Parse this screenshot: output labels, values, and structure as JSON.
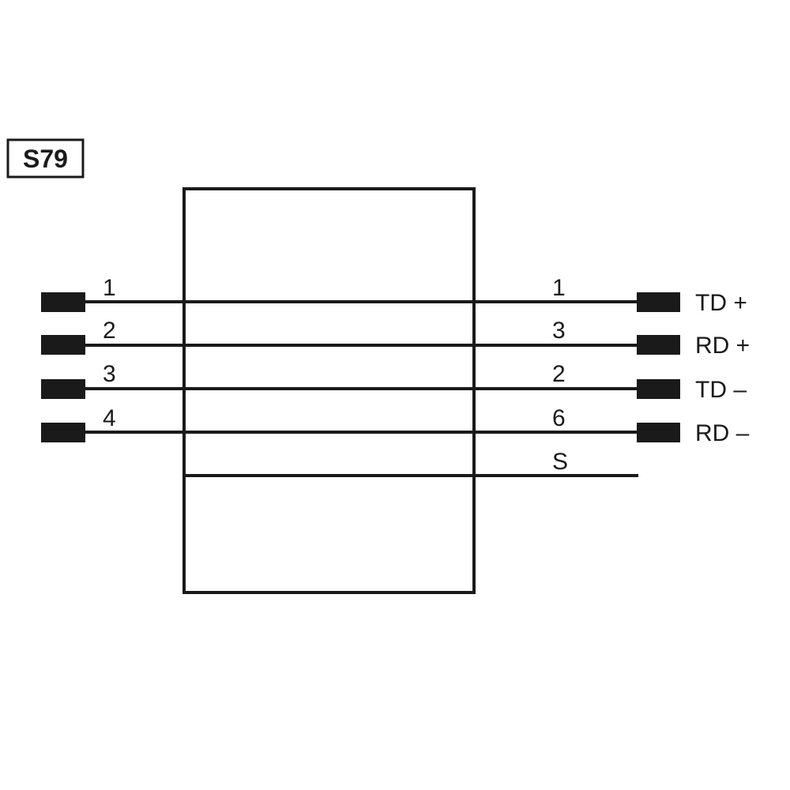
{
  "title": "S79",
  "left_pins": [
    {
      "pin": "1"
    },
    {
      "pin": "2"
    },
    {
      "pin": "3"
    },
    {
      "pin": "4"
    }
  ],
  "right_pins": [
    {
      "pin": "1",
      "signal": "TD +"
    },
    {
      "pin": "3",
      "signal": "RD +"
    },
    {
      "pin": "2",
      "signal": "TD –"
    },
    {
      "pin": "6",
      "signal": "RD –"
    }
  ],
  "shield": {
    "label": "S"
  },
  "colors": {
    "line": "#1a1a1a",
    "background": "#ffffff"
  }
}
